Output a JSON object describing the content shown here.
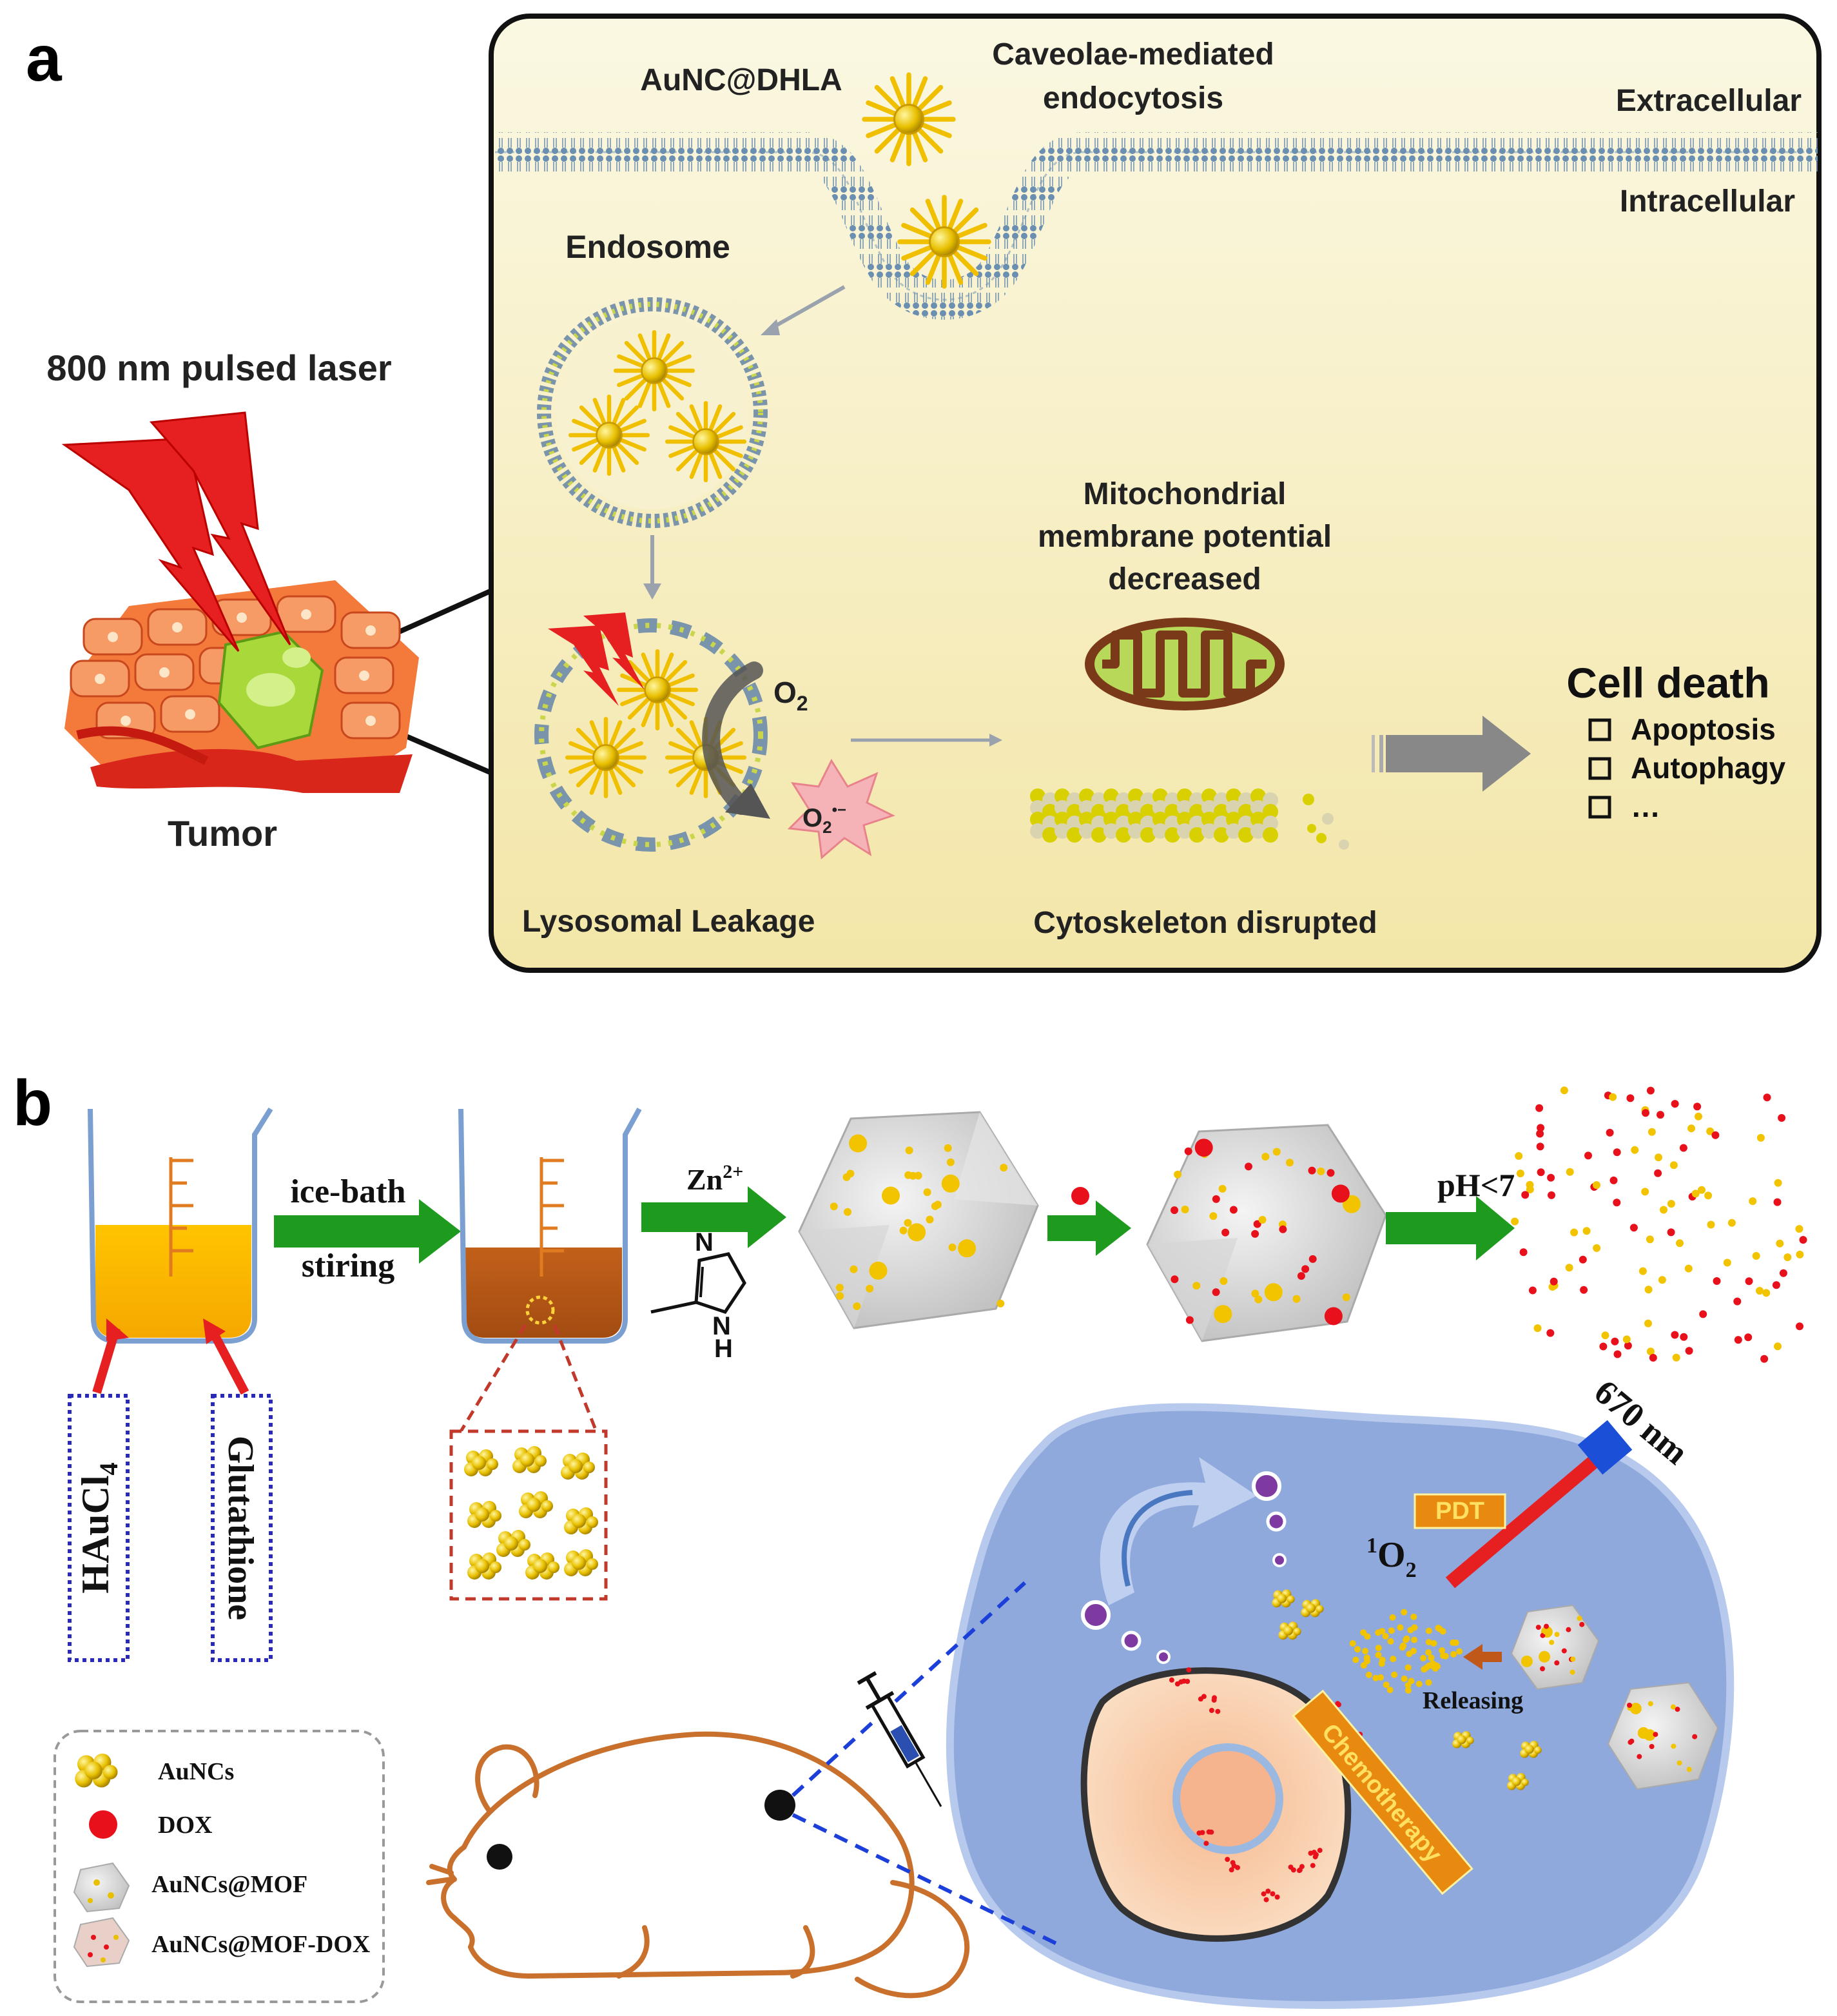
{
  "panel_a": {
    "label": "a",
    "laser": "800 nm pulsed laser",
    "tumor": "Tumor",
    "aunc": "AuNC@DHLA",
    "caveolae_1": "Caveolae-mediated",
    "caveolae_2": "endocytosis",
    "extracellular": "Extracellular",
    "intracellular": "Intracellular",
    "endosome": "Endosome",
    "mito_1": "Mitochondrial",
    "mito_2": "membrane potential",
    "mito_3": "decreased",
    "o2": "O",
    "o2_sub": "2",
    "superoxide": "O",
    "superoxide_sub": "2",
    "superoxide_sup": "•−",
    "cell_death": "Cell death",
    "death_modes": [
      "Apoptosis",
      "Autophagy",
      "…"
    ],
    "lysosomal": "Lysosomal Leakage",
    "cytoskeleton": "Cytoskeleton disrupted"
  },
  "panel_b": {
    "label": "b",
    "ice_bath": "ice-bath",
    "stirring": "stiring",
    "zn": "Zn",
    "zn_sup": "2+",
    "ph": "pH<7",
    "imidazole_n": "N",
    "imidazole_nh": "N",
    "imidazole_h": "H",
    "haucl4": "HAuCl",
    "haucl4_sub": "4",
    "glutathione": "Glutathione",
    "laser_nm": "670 nm",
    "pdt": "PDT",
    "singlet_sup": "1",
    "singlet": "O",
    "singlet_sub": "2",
    "releasing": "Releasing",
    "chemotherapy": "Chemotherapy",
    "legend": [
      "AuNCs",
      "DOX",
      "AuNCs@MOF",
      "AuNCs@MOF-DOX"
    ]
  },
  "colors": {
    "panel_bg": "#f6efc4",
    "nanocluster": "#f2c400",
    "dox": "#e8111b",
    "arrow_green": "#1e9a1e",
    "cell": "#8fa9dc",
    "laser_red": "#e62020",
    "mouse": "#c8702c"
  }
}
